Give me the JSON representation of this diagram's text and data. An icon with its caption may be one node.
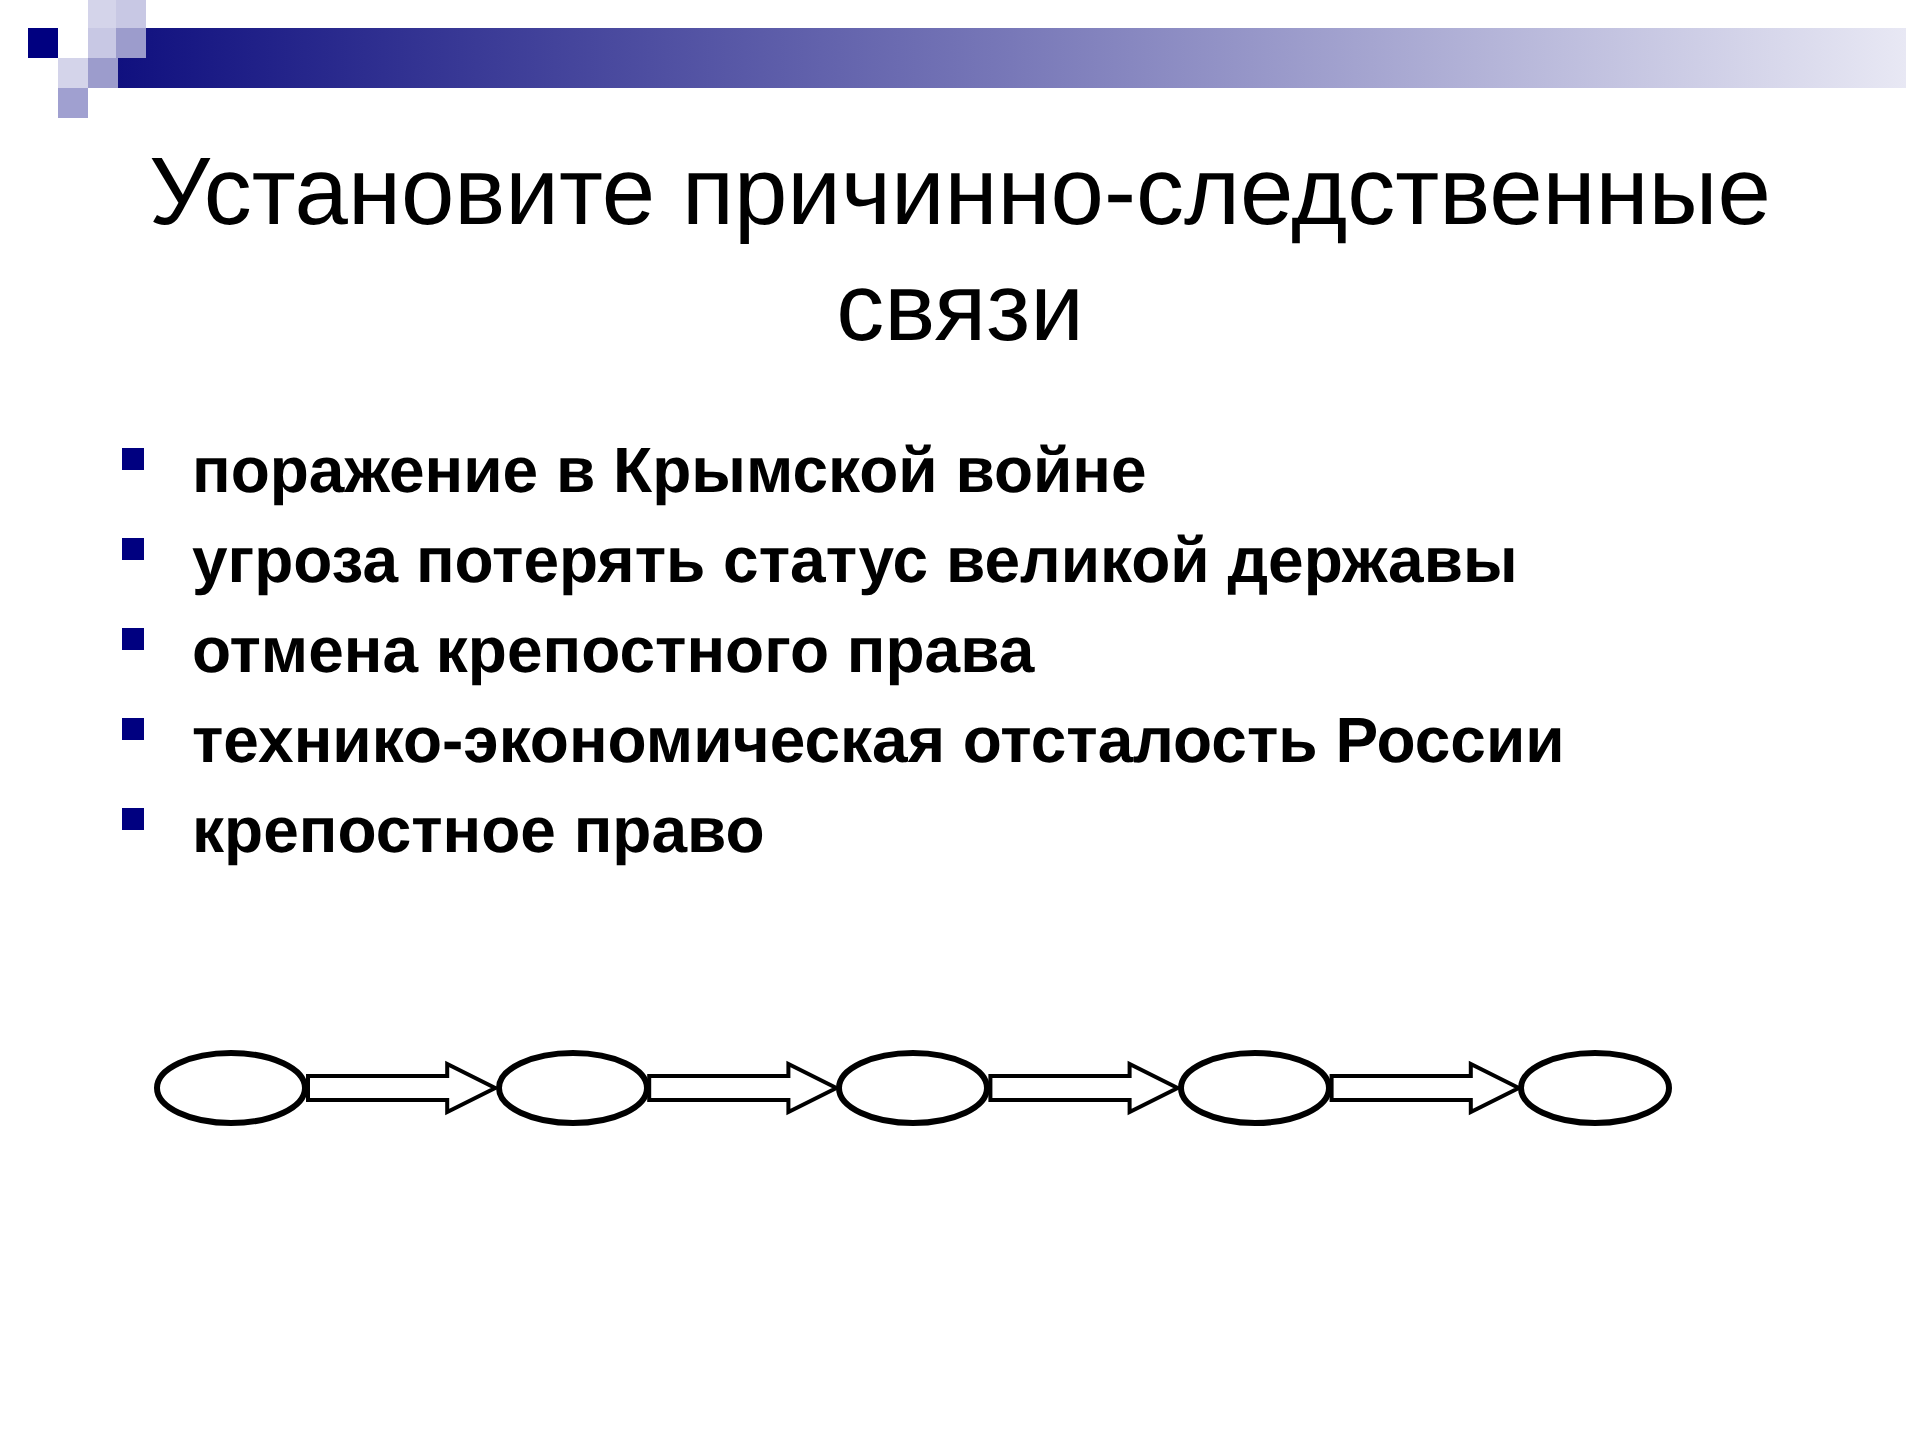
{
  "diagram": {
    "title": "Установите причинно-следственные связи",
    "nodes": [
      {
        "text": [],
        "shape": "ellipse"
      },
      {
        "text": [],
        "shape": "ellipse"
      },
      {
        "text": [],
        "shape": "ellipse"
      },
      {
        "text": [],
        "shape": "ellipse"
      },
      {
        "text": [],
        "shape": "ellipse"
      }
    ],
    "edges": [
      {
        "from": 0,
        "to": 1,
        "arrow": "to"
      },
      {
        "from": 1,
        "to": 2,
        "arrow": "to"
      },
      {
        "from": 2,
        "to": 3,
        "arrow": "to"
      },
      {
        "from": 3,
        "to": 4,
        "arrow": "to"
      }
    ],
    "labels": [
      "поражение в Крымской войне",
      "угроза потерять статус великой державы",
      "отмена крепостного права",
      "технико-экономическая отсталость России",
      "крепостное право"
    ]
  }
}
